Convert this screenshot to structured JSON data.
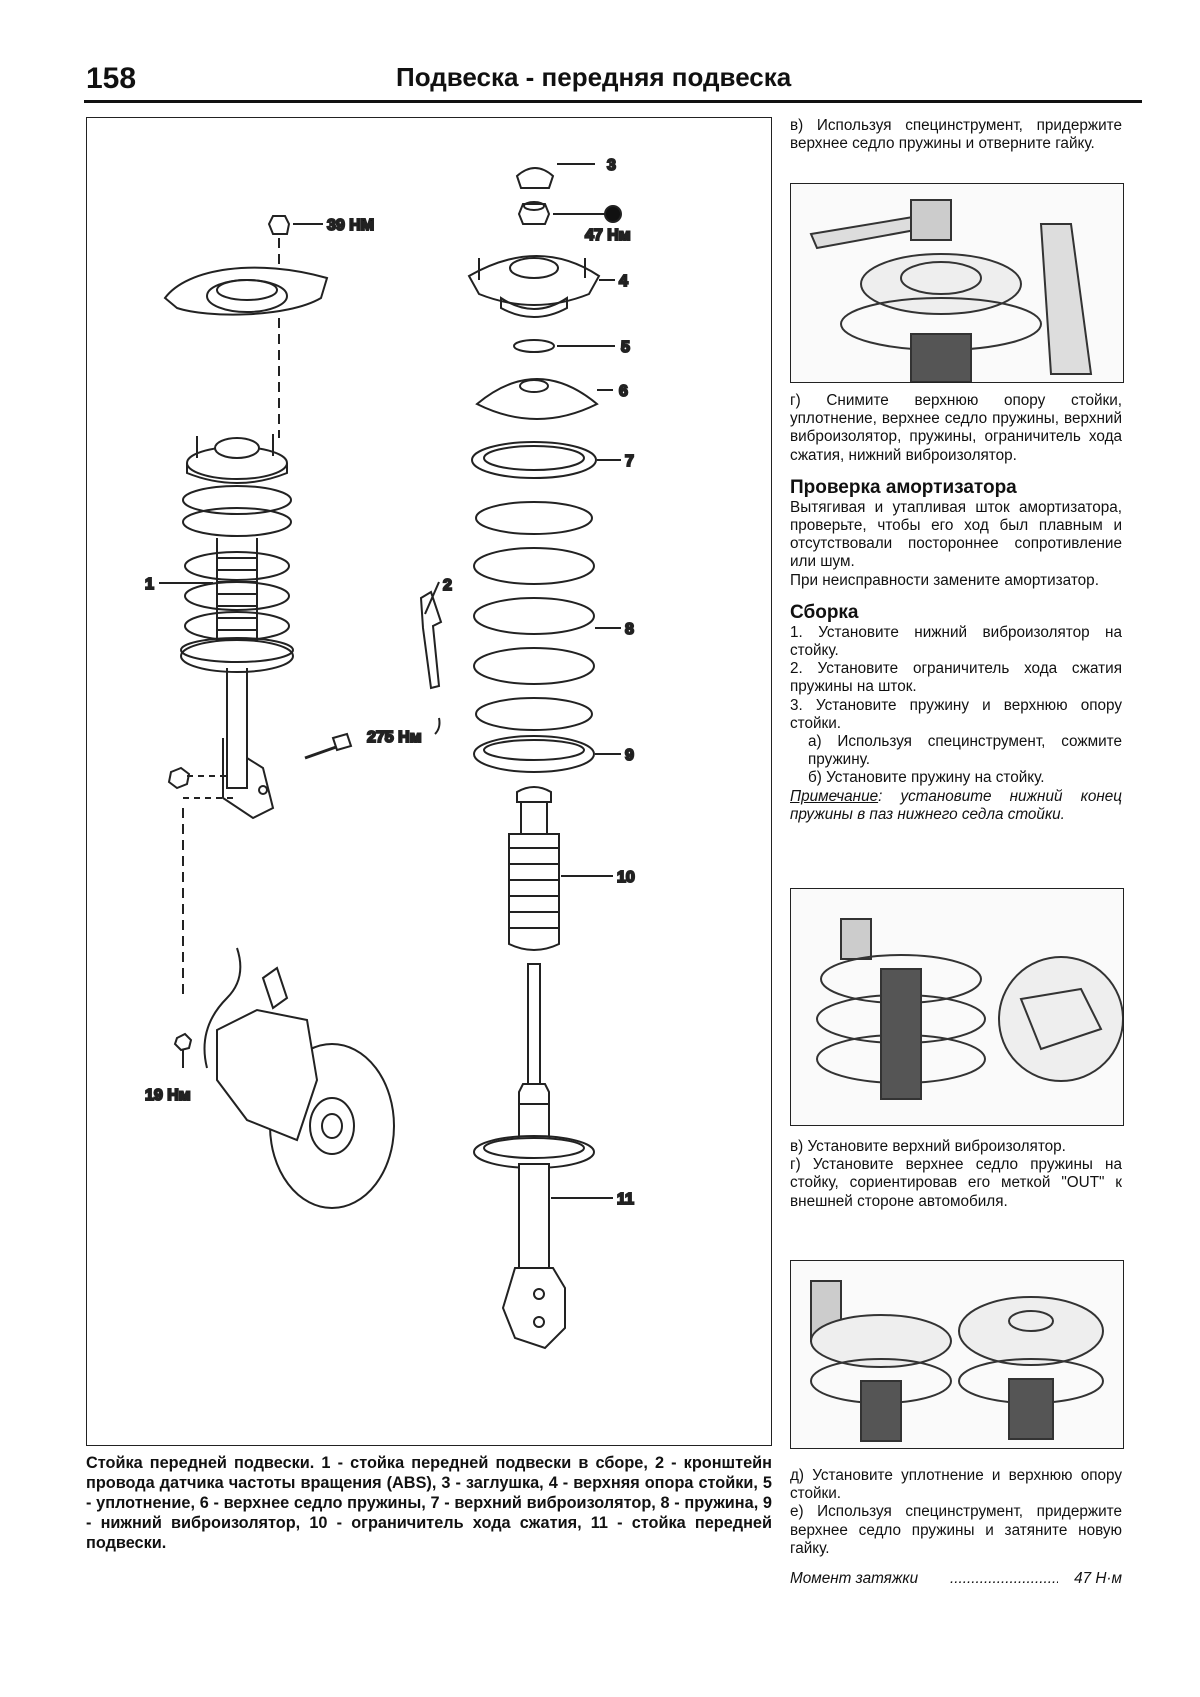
{
  "header": {
    "page_number": "158",
    "title": "Подвеска - передняя подвеска"
  },
  "diagram": {
    "torque_39": "39 НМ",
    "torque_47": "47 Нм",
    "torque_275": "275 Нм",
    "torque_19": "19 Нм",
    "callouts": [
      "1",
      "2",
      "3",
      "4",
      "5",
      "6",
      "7",
      "8",
      "9",
      "10",
      "11"
    ]
  },
  "caption": "Стойка передней подвески. 1 - стойка передней подвески в сборе, 2 - кронштейн провода датчика частоты вращения (ABS), 3 - заглушка, 4 - верхняя опора стойки, 5 - уплотнение, 6 - верхнее седло пружины, 7 - верхний виброизолятор, 8 - пружина, 9 - нижний виброизолятор, 10 - ограничитель хода сжатия, 11 - стойка передней подвески.",
  "right_column": {
    "step_v1": "в) Используя специнструмент, придержите верхнее седло пружины и отверните гайку.",
    "step_g1": "г) Снимите верхнюю опору стойки, уплотнение, верхнее седло пружины, верхний виброизолятор, пружины, ограничитель хода сжатия, нижний виброизолятор.",
    "heading_check": "Проверка амортизатора",
    "check_p1": "Вытягивая и утапливая шток амортизатора, проверьте, чтобы его ход был плавным и отсутствовали постороннее сопротивление или шум.",
    "check_p2": "При неисправности замените амортизатор.",
    "heading_assembly": "Сборка",
    "asm_1": "1. Установите нижний виброизолятор на стойку.",
    "asm_2": "2. Установите ограничитель хода сжатия пружины на шток.",
    "asm_3": "3. Установите пружину и верхнюю опору стойки.",
    "asm_3a": "а) Используя специнструмент, сожмите пружину.",
    "asm_3b": "б) Установите пружину на стойку.",
    "note_label": "Примечание",
    "note_text": ": установите нижний конец пружины в паз нижнего седла стойки.",
    "step_v2": "в) Установите верхний виброизолятор.",
    "step_g2": "г) Установите верхнее седло пружины на стойку, сориентировав его меткой \"OUT\" к внешней стороне автомобиля.",
    "step_d": "д) Установите уплотнение и верхнюю опору стойки.",
    "step_e": "е) Используя специнструмент, придержите верхнее седло пружины и затяните новую гайку.",
    "torque_label": "Момент затяжки",
    "torque_dots": "..............................................",
    "torque_value": "47 Н·м"
  }
}
